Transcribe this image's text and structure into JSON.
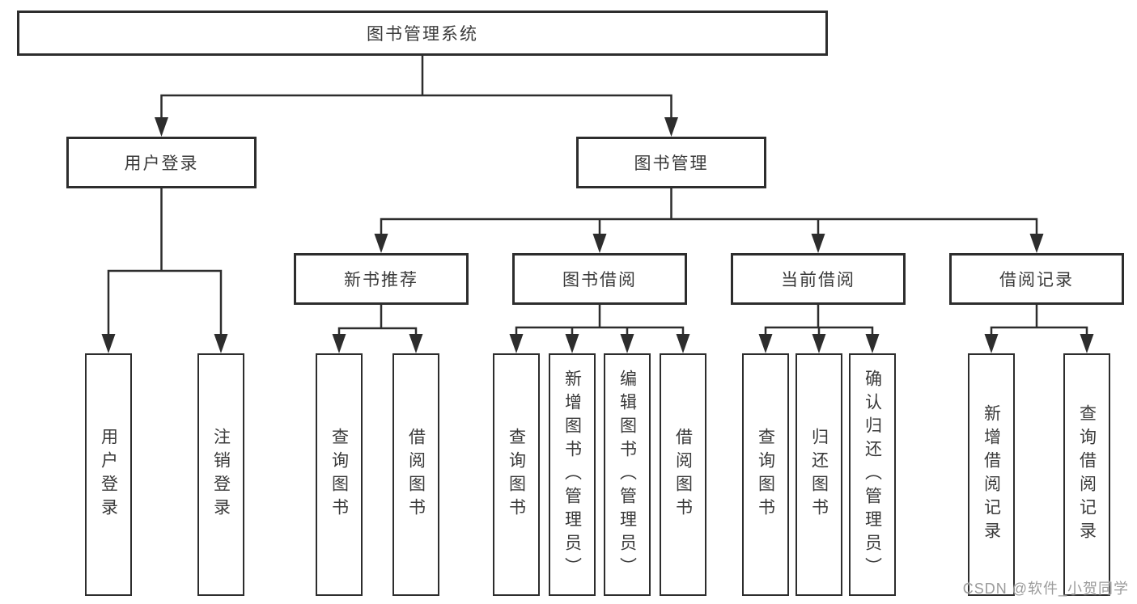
{
  "diagram": {
    "colors": {
      "line": "#2d2d2d",
      "text": "#3a3a3a",
      "background": "#ffffff",
      "watermark": "#9b9b9b"
    },
    "nodes": {
      "root": "图书管理系统",
      "login": "用户登录",
      "manage": "图书管理",
      "recommend": "新书推荐",
      "borrow": "图书借阅",
      "current": "当前借阅",
      "records": "借阅记录",
      "user_login": "用户登录",
      "logout": "注销登录",
      "rec_query": "查询图书",
      "rec_borrow": "借阅图书",
      "bor_query": "查询图书",
      "bor_add": "新增图书（管理员）",
      "bor_edit": "编辑图书（管理员）",
      "bor_borrow": "借阅图书",
      "cur_query": "查询图书",
      "cur_return": "归还图书",
      "cur_confirm": "确认归还（管理员）",
      "rcd_add": "新增借阅记录",
      "rcd_query": "查询借阅记录"
    },
    "watermark": "CSDN @软件_小贺同学"
  }
}
